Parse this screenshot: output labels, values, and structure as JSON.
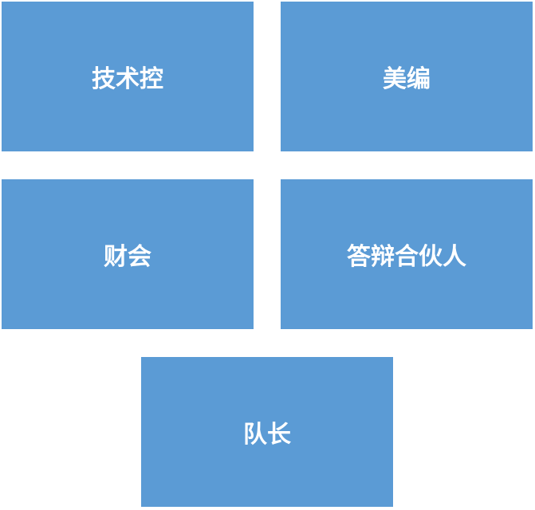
{
  "diagram": {
    "box_color": "#5b9bd5",
    "text_color": "#ffffff",
    "boxes": [
      {
        "label": "技术控"
      },
      {
        "label": "美编"
      },
      {
        "label": "财会"
      },
      {
        "label": "答辩合伙人"
      },
      {
        "label": "队长"
      }
    ]
  }
}
